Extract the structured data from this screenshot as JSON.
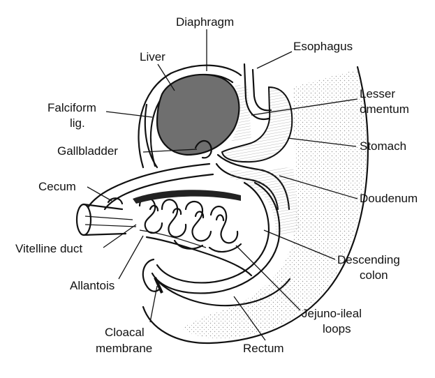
{
  "labels": {
    "diaphragm": "Diaphragm",
    "esophagus": "Esophagus",
    "liver": "Liver",
    "lesser_omentum_1": "Lesser",
    "lesser_omentum_2": "omentum",
    "falciform_1": "Falciform",
    "falciform_2": "lig.",
    "gallbladder": "Gallbladder",
    "stomach": "Stomach",
    "cecum": "Cecum",
    "duodenum": "Doudenum",
    "vitelline_duct": "Vitelline duct",
    "descending_colon_1": "Descending",
    "descending_colon_2": "colon",
    "allantois": "Allantois",
    "jejuno_ileal_1": "Jejuno-ileal",
    "jejuno_ileal_2": "loops",
    "cloacal_1": "Cloacal",
    "cloacal_2": "membrane",
    "rectum": "Rectum"
  },
  "colors": {
    "liver_fill": "#6f6f6f",
    "stipple": "#9a9a9a",
    "ink": "#111111"
  }
}
